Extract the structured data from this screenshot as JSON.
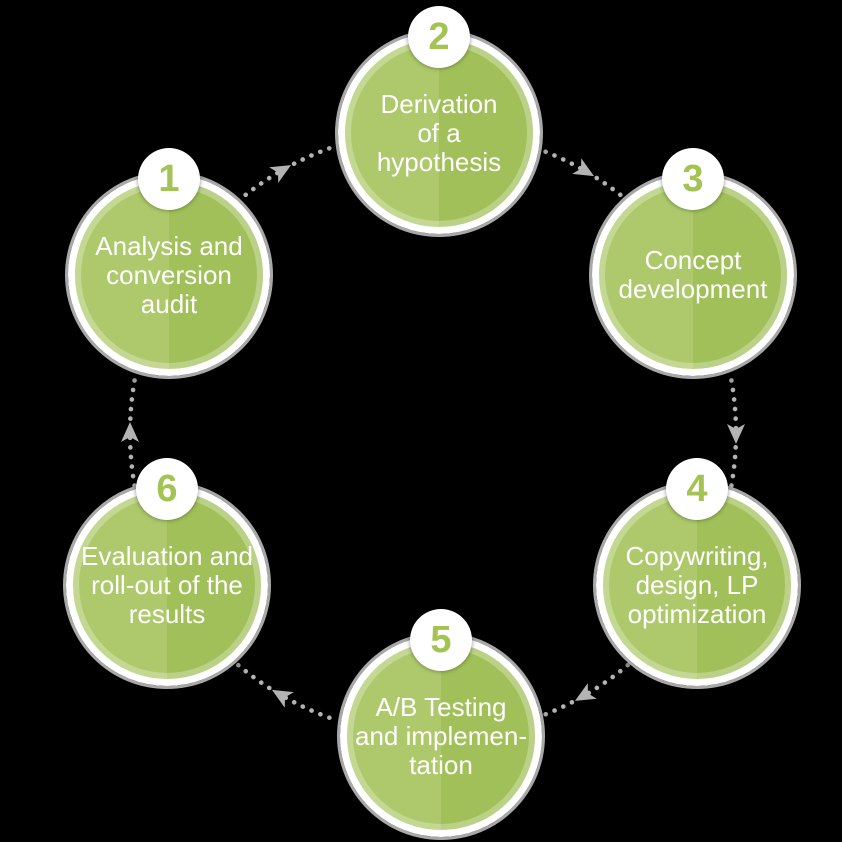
{
  "palette": {
    "background": "#000000",
    "circle_light_green": "#adc96b",
    "circle_dark_green": "#a1c059",
    "highlight_green": "#c3d792",
    "ring_gray": "#a8a8a8",
    "connector_gray": "#b3b3b3",
    "number_green": "#a3c353",
    "text_white": "#ffffff"
  },
  "steps": [
    {
      "number": "1",
      "label": "Analysis and\nconversion\naudit",
      "position": "top-left"
    },
    {
      "number": "2",
      "label": "Derivation\nof a\nhypothesis",
      "position": "top-center"
    },
    {
      "number": "3",
      "label": "Concept\ndevelopment",
      "position": "top-right"
    },
    {
      "number": "4",
      "label": "Copywriting,\ndesign, LP\noptimization",
      "position": "bottom-right"
    },
    {
      "number": "5",
      "label": "A/B Testing\nand implemen-\ntation",
      "position": "bottom-center"
    },
    {
      "number": "6",
      "label": "Evaluation and\nroll-out of the\nresults",
      "position": "bottom-left"
    }
  ],
  "connectors": [
    {
      "from": "1",
      "to": "2"
    },
    {
      "from": "2",
      "to": "3"
    },
    {
      "from": "3",
      "to": "4"
    },
    {
      "from": "4",
      "to": "5"
    },
    {
      "from": "5",
      "to": "6"
    },
    {
      "from": "6",
      "to": "1"
    }
  ],
  "flow": "clockwise"
}
